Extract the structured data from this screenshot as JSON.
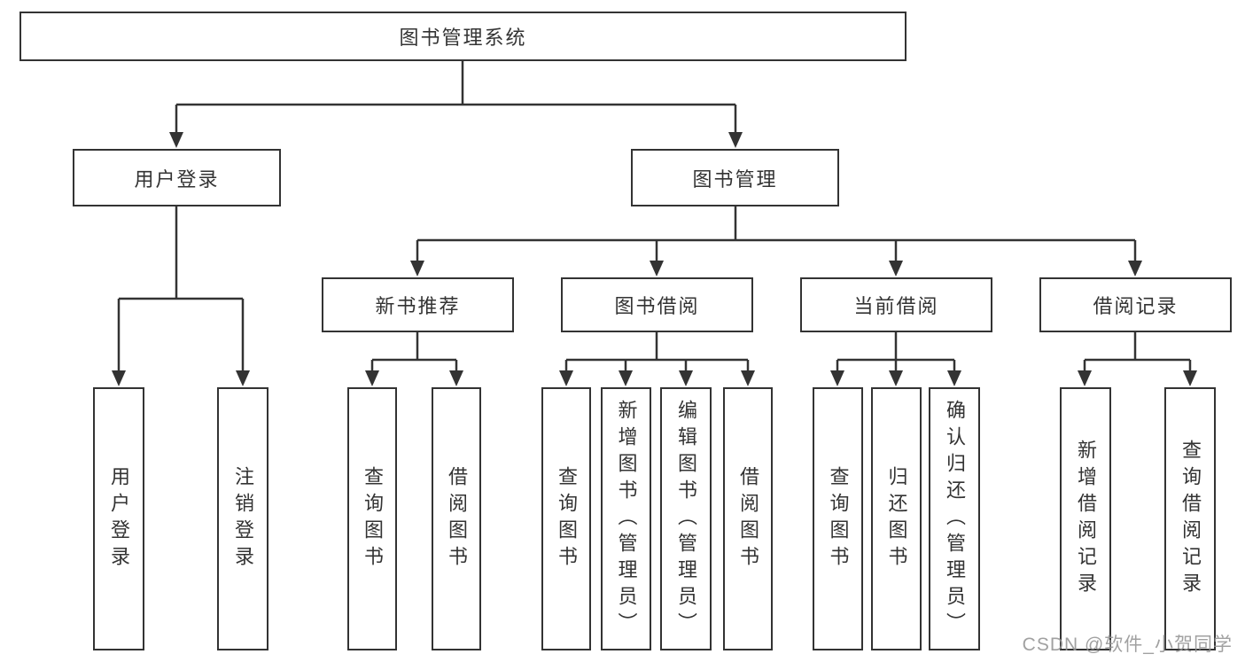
{
  "diagram": {
    "root": "图书管理系统",
    "user_login": {
      "label": "用户登录",
      "leaves": [
        "用户登录",
        "注销登录"
      ]
    },
    "book_management": {
      "label": "图书管理",
      "sections": [
        {
          "label": "新书推荐",
          "leaves": [
            "查询图书",
            "借阅图书"
          ]
        },
        {
          "label": "图书借阅",
          "leaves": [
            "查询图书",
            "新增图书（管理员）",
            "编辑图书（管理员）",
            "借阅图书"
          ]
        },
        {
          "label": "当前借阅",
          "leaves": [
            "查询图书",
            "归还图书",
            "确认归还（管理员）"
          ]
        },
        {
          "label": "借阅记录",
          "leaves": [
            "新增借阅记录",
            "查询借阅记录"
          ]
        }
      ]
    },
    "watermark": "CSDN @软件_小贺同学"
  },
  "colors": {
    "line": "#333333",
    "box_border": "#333333",
    "box_fill": "#ffffff",
    "text": "#333333",
    "watermark": "#949494",
    "background": "#ffffff"
  }
}
